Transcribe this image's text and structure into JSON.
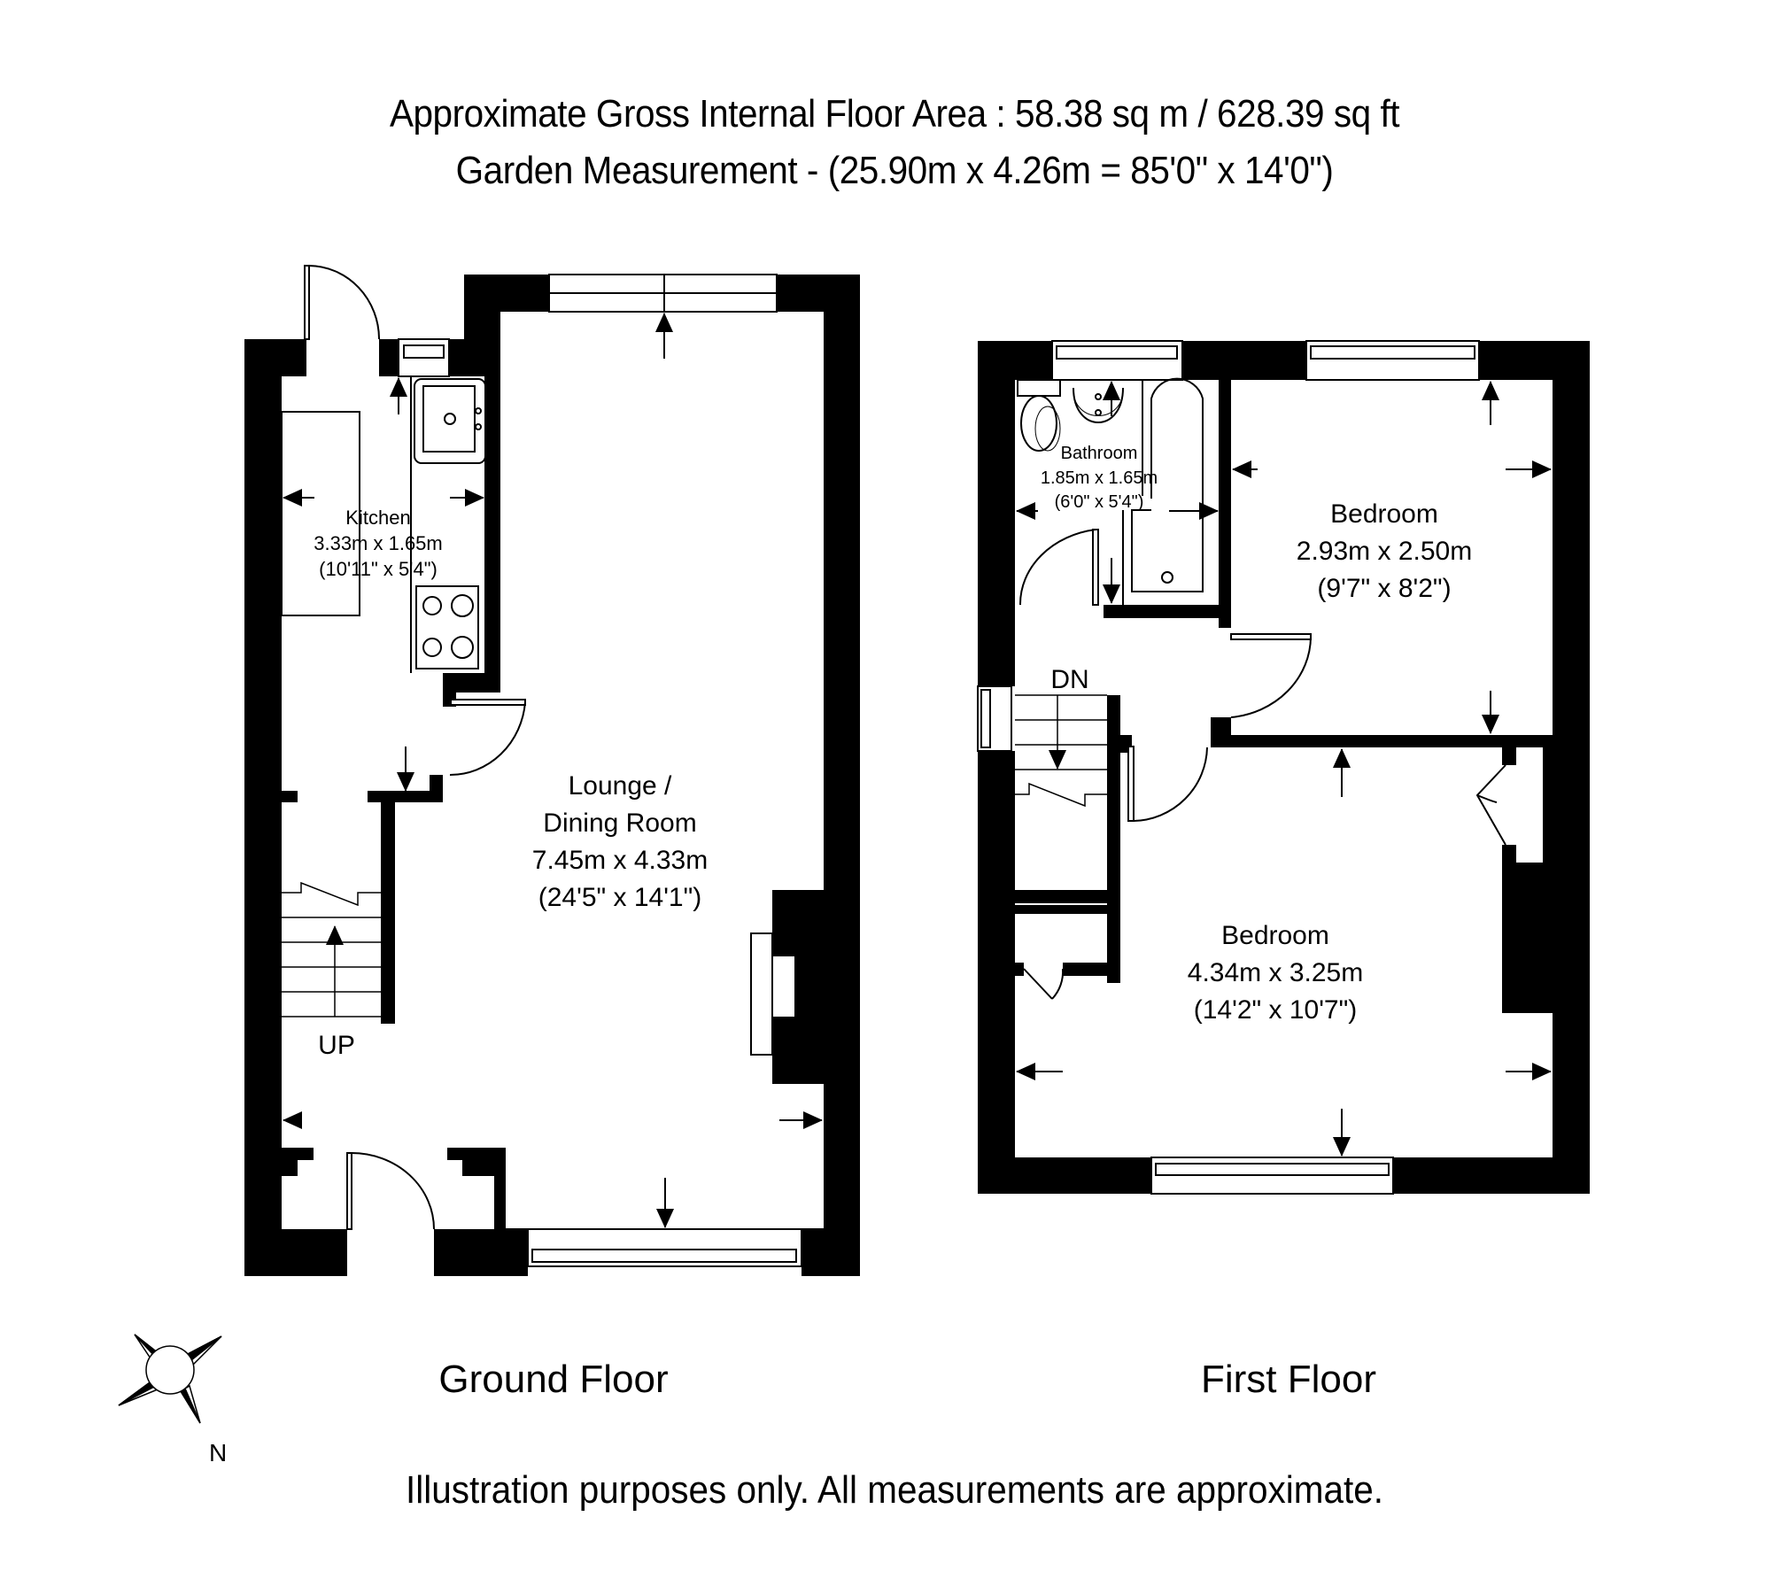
{
  "header": {
    "area_line": "Approximate Gross Internal Floor Area : 58.38 sq m / 628.39 sq ft",
    "garden_line": "Garden Measurement - (25.90m x 4.26m = 85'0\" x 14'0\")"
  },
  "ground_floor": {
    "title": "Ground Floor",
    "rooms": [
      {
        "name": "Kitchen",
        "metric": "3.33m x 1.65m",
        "imperial": "(10'11\" x 5'4\")"
      },
      {
        "name_line1": "Lounge /",
        "name_line2": "Dining Room",
        "metric": "7.45m x 4.33m",
        "imperial": "(24'5\" x 14'1\")"
      }
    ],
    "stairs_label": "UP"
  },
  "first_floor": {
    "title": "First Floor",
    "rooms": [
      {
        "name": "Bathroom",
        "metric": "1.85m x 1.65m",
        "imperial": "(6'0\" x 5'4\")"
      },
      {
        "name": "Bedroom",
        "metric": "2.93m x 2.50m",
        "imperial": "(9'7\" x 8'2\")"
      },
      {
        "name": "Bedroom",
        "metric": "4.34m x 3.25m",
        "imperial": "(14'2\" x 10'7\")"
      }
    ],
    "stairs_label": "DN"
  },
  "compass": {
    "north_label": "N"
  },
  "footer": {
    "disclaimer": "Illustration purposes only. All measurements are approximate."
  },
  "colors": {
    "wall": "#000000",
    "background": "#ffffff",
    "line": "#000000"
  }
}
